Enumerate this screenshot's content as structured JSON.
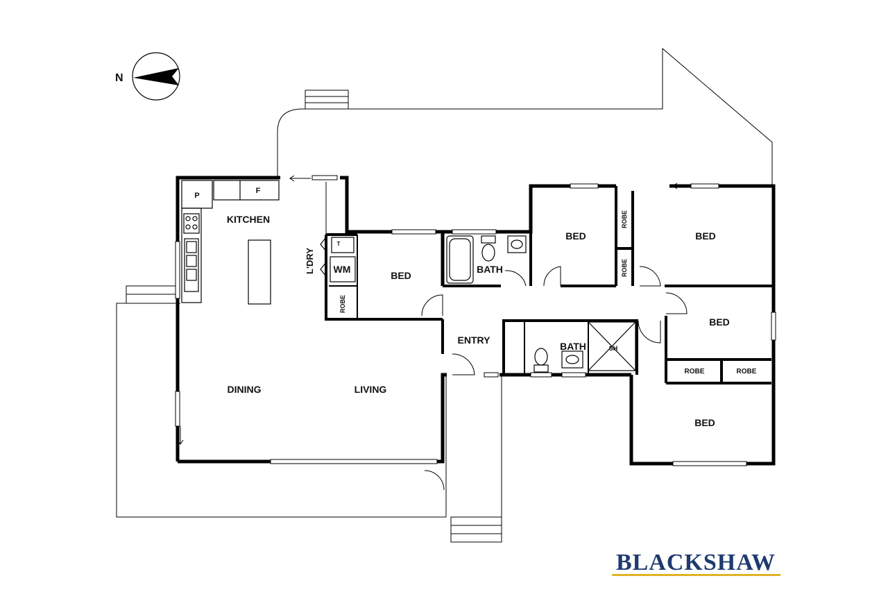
{
  "compass": {
    "north_label": "N"
  },
  "rooms": {
    "kitchen": "KITCHEN",
    "pantry": "P",
    "fridge": "F",
    "laundry": "L'DRY",
    "washing_machine": "WM",
    "laundry_tub": "T",
    "bed_1": "BED",
    "bed_2": "BED",
    "bed_3": "BED",
    "bed_4": "BED",
    "bed_5": "BED",
    "bath_1": "BATH",
    "bath_2": "BATH",
    "shower": "SH",
    "robe_1": "ROBE",
    "robe_2": "ROBE",
    "robe_3": "ROBE",
    "robe_4": "ROBE",
    "robe_5": "ROBE",
    "entry": "ENTRY",
    "dining": "DINING",
    "living": "LIVING"
  },
  "brand": {
    "name": "BLACKSHAW",
    "underline_color": "#e0b225",
    "text_color": "#1f3a6e"
  }
}
